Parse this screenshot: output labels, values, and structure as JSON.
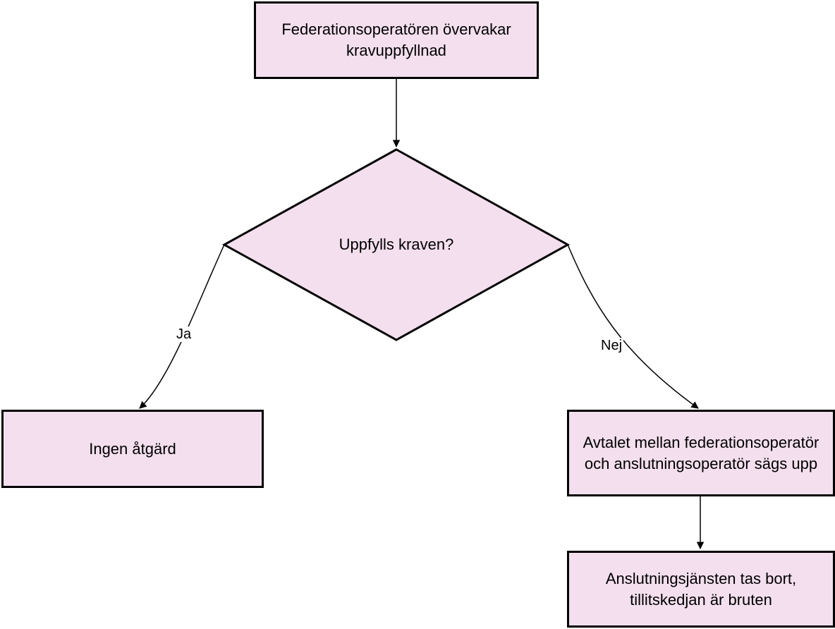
{
  "colors": {
    "node_fill": "#f3dfee",
    "stroke": "#000000",
    "background": "#ffffff"
  },
  "nodes": {
    "monitor": "Federationsoperatören övervakar\nkravuppfyllnad",
    "decision": "Uppfylls kraven?",
    "no_action": "Ingen åtgärd",
    "terminate": "Avtalet mellan federationsoperatör\noch anslutningsoperatör sägs upp",
    "removed": "Anslutningsjänsten tas bort,\ntillitskedjan är bruten"
  },
  "edges": {
    "yes_label": "Ja",
    "no_label": "Nej"
  }
}
